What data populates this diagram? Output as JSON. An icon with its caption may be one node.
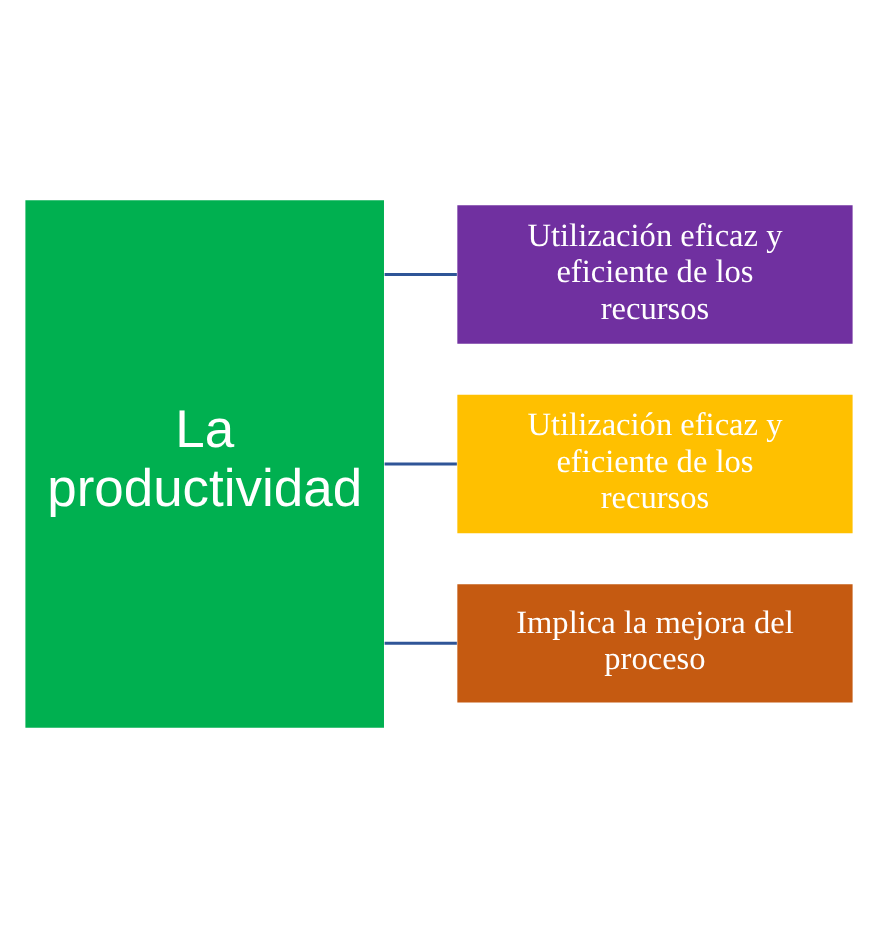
{
  "diagram": {
    "nodes": [
      {
        "text": [
          "La productividad"
        ]
      },
      {
        "text": [
          "Utilización eficaz y eficiente de los recursos"
        ]
      },
      {
        "text": [
          "Utilización eficaz y eficiente de los recursos"
        ]
      },
      {
        "text": [
          "Implica la mejora del proceso"
        ]
      }
    ],
    "edges": [
      {
        "from": 0,
        "to": 1,
        "arrow": "none"
      },
      {
        "from": 0,
        "to": 2,
        "arrow": "none"
      },
      {
        "from": 0,
        "to": 3,
        "arrow": "none"
      }
    ]
  }
}
